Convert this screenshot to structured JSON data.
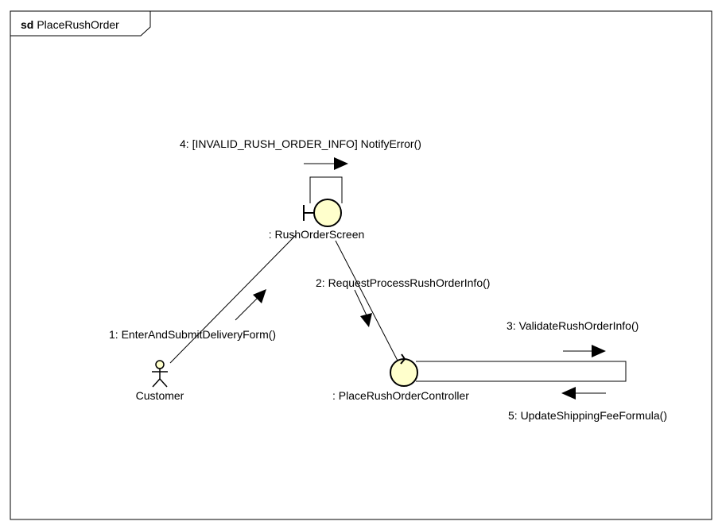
{
  "frame": {
    "keyword": "sd",
    "name": "PlaceRushOrder"
  },
  "colors": {
    "object_fill": "#ffffcc",
    "stroke": "#000000",
    "background": "#ffffff"
  },
  "lifelines": {
    "customer": {
      "label": "Customer",
      "kind": "actor"
    },
    "screen": {
      "label": ": RushOrderScreen",
      "kind": "boundary"
    },
    "controller": {
      "label": ": PlaceRushOrderController",
      "kind": "control"
    }
  },
  "messages": {
    "m1": "1: EnterAndSubmitDeliveryForm()",
    "m2": "2: RequestProcessRushOrderInfo()",
    "m3": "3: ValidateRushOrderInfo()",
    "m4": "4: [INVALID_RUSH_ORDER_INFO] NotifyError()",
    "m5": "5: UpdateShippingFeeFormula()"
  }
}
